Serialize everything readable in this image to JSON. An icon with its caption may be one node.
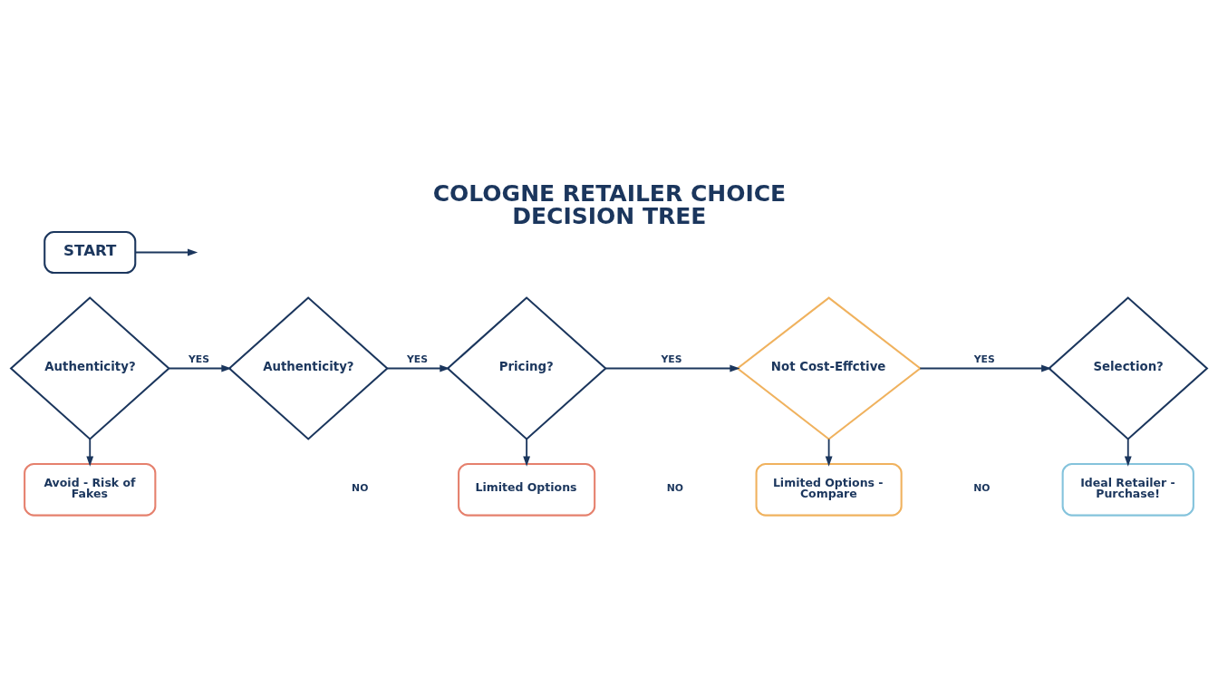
{
  "diagram": {
    "title": "COLOGNE RETAILER CHOICE DECISION TREE",
    "nodes": [
      {
        "text": [
          "START"
        ]
      },
      {
        "text": [
          "Authenticity?"
        ]
      },
      {
        "text": [
          "Authenticity?"
        ]
      },
      {
        "text": [
          "Pricing?"
        ]
      },
      {
        "text": [
          "Not Cost-Effctive"
        ]
      },
      {
        "text": [
          "Selection?"
        ]
      },
      {
        "text": [
          "Avoid - Risk of Fakes"
        ]
      },
      {
        "text": [
          "Limited Options"
        ]
      },
      {
        "text": [
          "Limited Options - Compare"
        ]
      },
      {
        "text": [
          "Ideal Retailer - Purchase!"
        ]
      }
    ],
    "edges": [
      {
        "from": 0,
        "to": null,
        "arrow": "to"
      },
      {
        "from": 1,
        "to": 2,
        "arrow": "to",
        "label": "YES"
      },
      {
        "from": 2,
        "to": 3,
        "arrow": "to",
        "label": "YES"
      },
      {
        "from": 3,
        "to": 4,
        "arrow": "to",
        "label": "YES"
      },
      {
        "from": 4,
        "to": 5,
        "arrow": "to",
        "label": "YES"
      },
      {
        "from": 1,
        "to": 6,
        "arrow": "to"
      },
      {
        "from": 3,
        "to": 7,
        "arrow": "to"
      },
      {
        "from": 4,
        "to": 8,
        "arrow": "to"
      },
      {
        "from": 5,
        "to": 9,
        "arrow": "to"
      }
    ],
    "labels": [
      "NO",
      "NO",
      "NO"
    ]
  }
}
